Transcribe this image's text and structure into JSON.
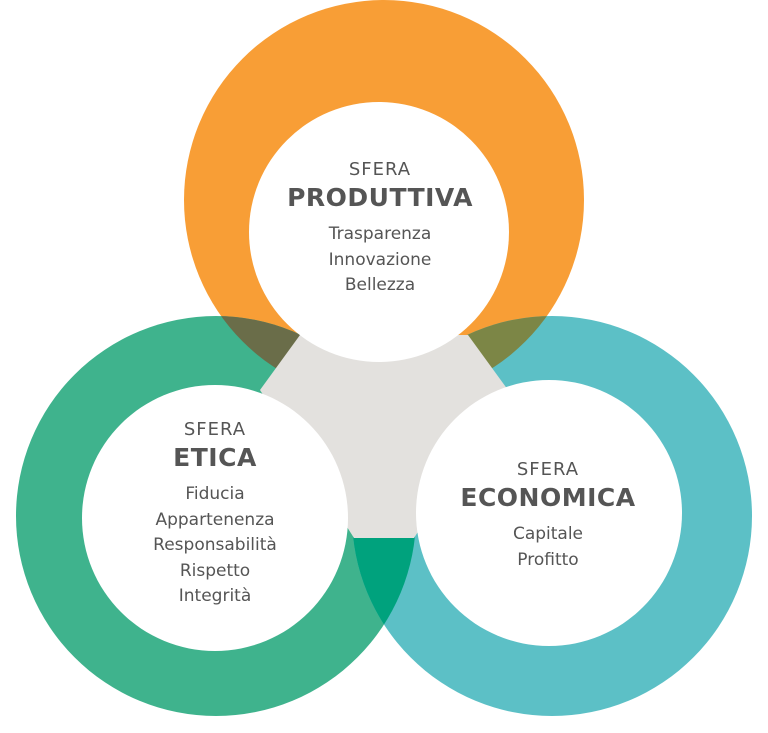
{
  "colors": {
    "produttiva": "#f89e36",
    "etica": "#3fb38d",
    "economica": "#5cc0c6",
    "center": "#e3e1de",
    "overlap_produttiva_etica": "#6a6d49",
    "overlap_produttiva_economica": "#7c8646",
    "overlap_etica_economica": "#00a27d",
    "text": "#555555"
  },
  "spheres": [
    {
      "key": "produttiva",
      "prefix": "SFERA",
      "title": "PRODUTTIVA",
      "items": [
        "Trasparenza",
        "Innovazione",
        "Bellezza"
      ]
    },
    {
      "key": "etica",
      "prefix": "SFERA",
      "title": "ETICA",
      "items": [
        "Fiducia",
        "Appartenenza",
        "Responsabilità",
        "Rispetto",
        "Integrità"
      ]
    },
    {
      "key": "economica",
      "prefix": "SFERA",
      "title": "ECONOMICA",
      "items": [
        "Capitale",
        "Profitto"
      ]
    }
  ]
}
